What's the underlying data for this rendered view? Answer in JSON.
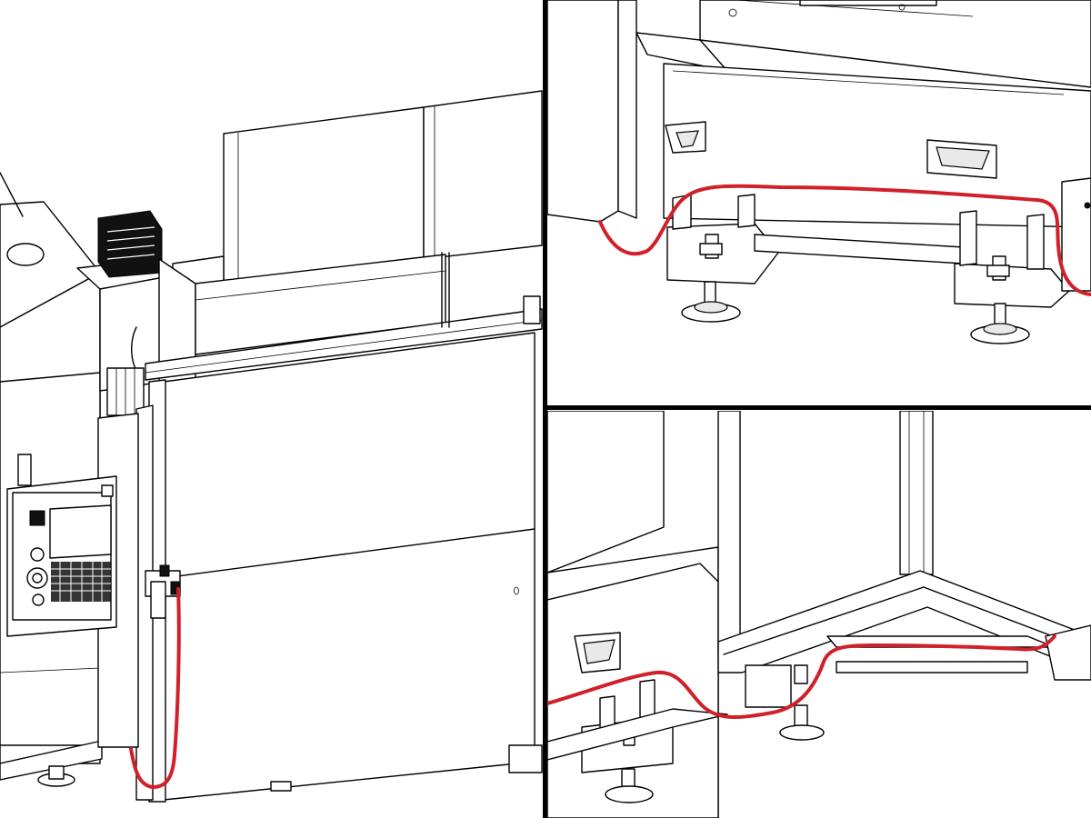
{
  "colors": {
    "line": "#000000",
    "background": "#ffffff",
    "cable": "#d0202a",
    "divider": "#000000"
  },
  "panels": [
    {
      "id": "main",
      "view": "machine-overview-with-enclosure"
    },
    {
      "id": "detail-top",
      "view": "leveling-feet-cable-route"
    },
    {
      "id": "detail-bottom",
      "view": "corner-frame-cable-route"
    }
  ],
  "icons": [
    "control-pendant-icon",
    "leveling-foot-icon",
    "cable-path-icon"
  ]
}
